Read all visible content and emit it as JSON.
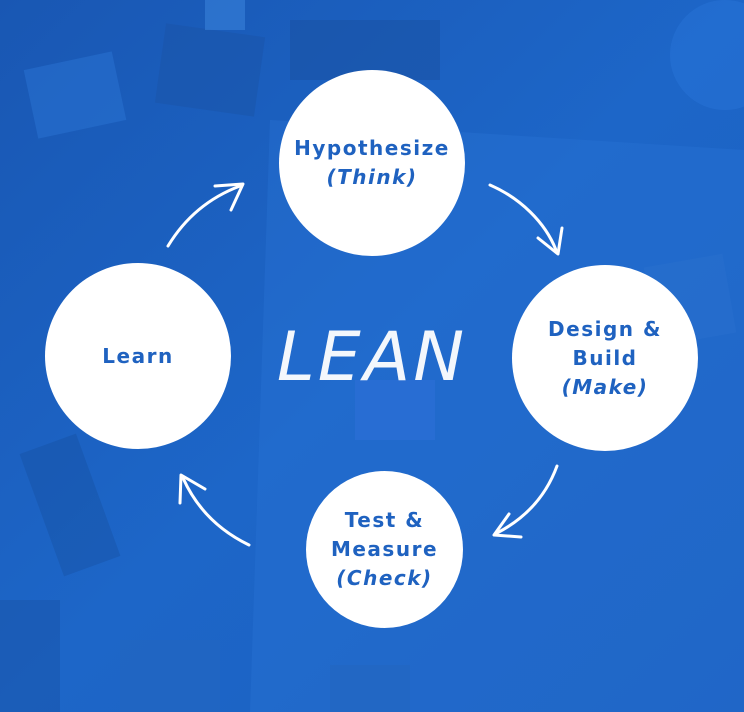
{
  "diagram": {
    "center_label": "LEAN",
    "nodes": {
      "hypothesize": {
        "line1": "Hypothesize",
        "line2": "(Think)"
      },
      "design_build": {
        "line1": "Design &",
        "line2": "Build",
        "line3": "(Make)"
      },
      "test_measure": {
        "line1": "Test &",
        "line2": "Measure",
        "line3": "(Check)"
      },
      "learn": {
        "line1": "Learn"
      }
    }
  },
  "colors": {
    "background": "#1c63c4",
    "node_fill": "#ffffff",
    "node_text": "#1f62c0",
    "arrow": "#ffffff"
  }
}
